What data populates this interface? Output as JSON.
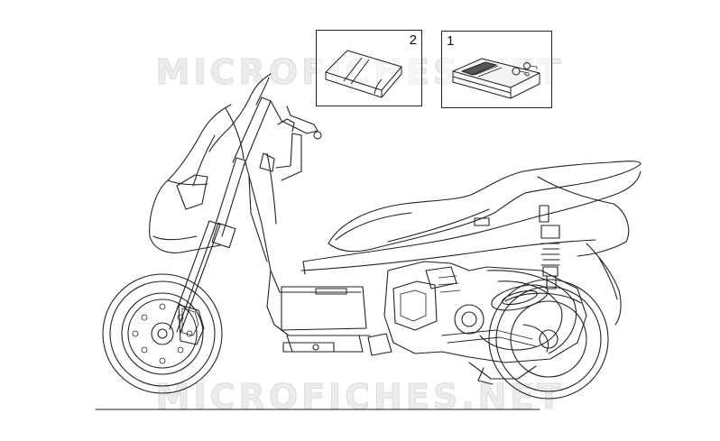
{
  "watermark": {
    "top": "MICROFICHES.NET",
    "bottom": "MICROFICHES.NET"
  },
  "callouts": [
    {
      "number": "2",
      "icon": "folded-cloth-icon"
    },
    {
      "number": "1",
      "icon": "manual-and-keys-icon"
    }
  ],
  "colors": {
    "line": "#222222",
    "watermark": "#dcdcdc"
  }
}
